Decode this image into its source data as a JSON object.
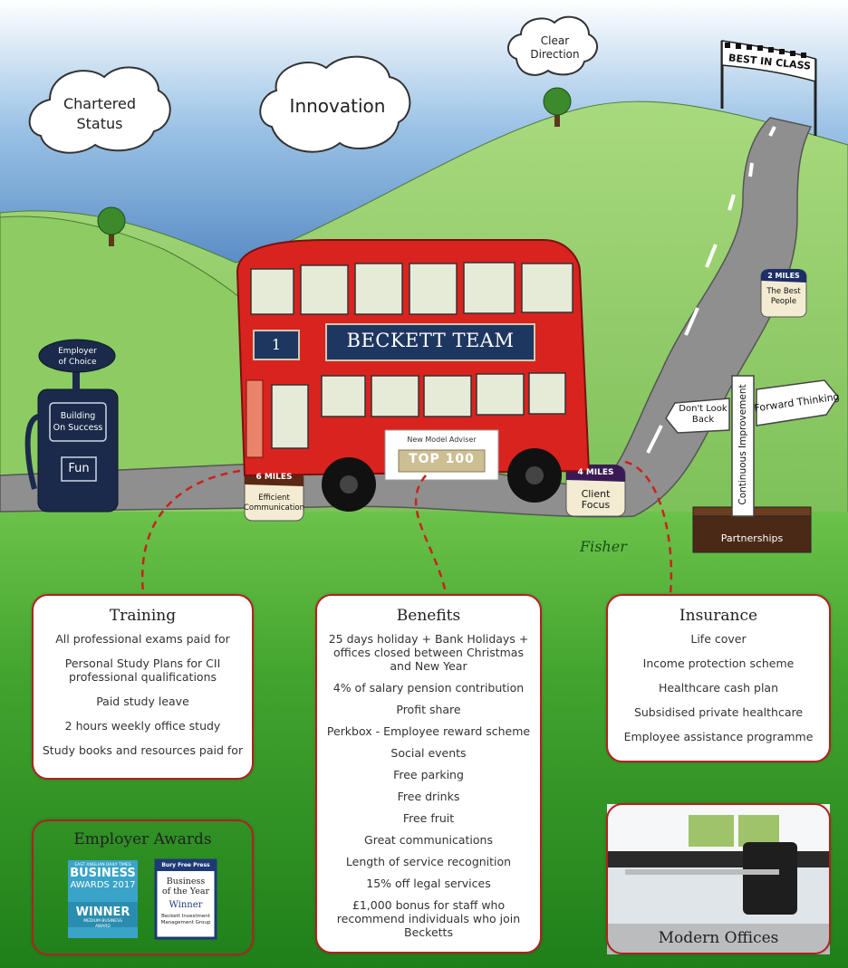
{
  "clouds": {
    "chartered": "Chartered\nStatus",
    "innovation": "Innovation",
    "direction": "Clear\nDirection"
  },
  "finish_flag": "BEST IN CLASS",
  "pump": {
    "top_sign": "Employer\nof Choice",
    "panel": "Building\nOn Success",
    "button": "Fun"
  },
  "bus": {
    "route_number": "1",
    "destination": "BECKETT TEAM",
    "badge_small": "New Model Adviser",
    "badge_big": "TOP 100"
  },
  "milestones": [
    {
      "miles": "6 MILES",
      "label": "Efficient\nCommunication"
    },
    {
      "miles": "4 MILES",
      "label": "Client\nFocus"
    },
    {
      "miles": "2 MILES",
      "label": "The Best\nPeople"
    }
  ],
  "signpost": {
    "left": "Don't Look\nBack",
    "right": "Forward Thinking",
    "vertical": "Continuous Improvement",
    "base": "Partnerships"
  },
  "artist_signature": "Fisher",
  "training": {
    "title": "Training",
    "items": [
      "All professional exams paid for",
      "Personal Study Plans for CII professional qualifications",
      "Paid study leave",
      "2 hours weekly office study",
      "Study books and resources paid for"
    ]
  },
  "benefits": {
    "title": "Benefits",
    "items": [
      "25 days holiday + Bank Holidays + offices closed between Christmas and New Year",
      "4% of salary pension contribution",
      "Profit share",
      "Perkbox - Employee reward scheme",
      "Social events",
      "Free parking",
      "Free drinks",
      "Free fruit",
      "Great communications",
      "Length of service recognition",
      "15% off legal services",
      "£1,000 bonus for staff who recommend individuals who join Becketts"
    ]
  },
  "insurance": {
    "title": "Insurance",
    "items": [
      "Life cover",
      "Income protection scheme",
      "Healthcare cash plan",
      "Subsidised private healthcare",
      "Employee assistance programme"
    ]
  },
  "awards": {
    "title": "Employer Awards",
    "award1": {
      "top": "EAST ANGLIAN DAILY TIMES",
      "line1": "BUSINESS",
      "line2": "AWARDS 2017",
      "winner": "WINNER",
      "category": "MEDIUM BUSINESS\nAWARD"
    },
    "award2": {
      "paper": "Bury Free Press",
      "line1": "Business\nof the Year",
      "winner": "Winner",
      "org": "Beckett Investment\nManagement Group"
    }
  },
  "offices": {
    "title": "Modern Offices"
  },
  "colors": {
    "sky_top": "#ffffff",
    "sky_bottom": "#2f6fb4",
    "grass": "#3aa02a",
    "bus_red": "#d9231f",
    "card_border": "#b32020",
    "road": "#8a8a8a"
  }
}
